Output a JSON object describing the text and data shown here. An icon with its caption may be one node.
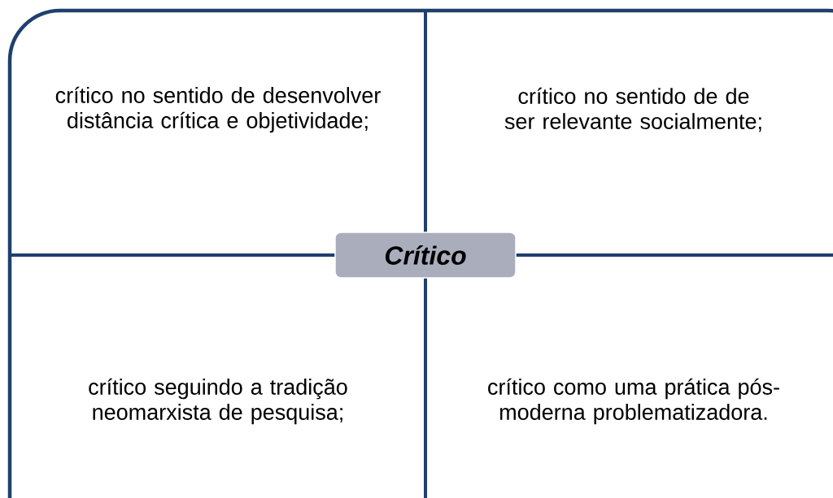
{
  "diagram": {
    "nodes": [
      {
        "text": [
          "crítico no sentido de desenvolver distância crítica e objetividade;"
        ]
      },
      {
        "text": [
          "crítico no sentido de de ser relevante socialmente;"
        ]
      },
      {
        "text": [
          "Crítico"
        ]
      },
      {
        "text": [
          "crítico seguindo a tradição neomarxista de pesquisa;"
        ]
      },
      {
        "text": [
          "crítico como uma prática pós-moderna problematizadora."
        ]
      }
    ]
  }
}
